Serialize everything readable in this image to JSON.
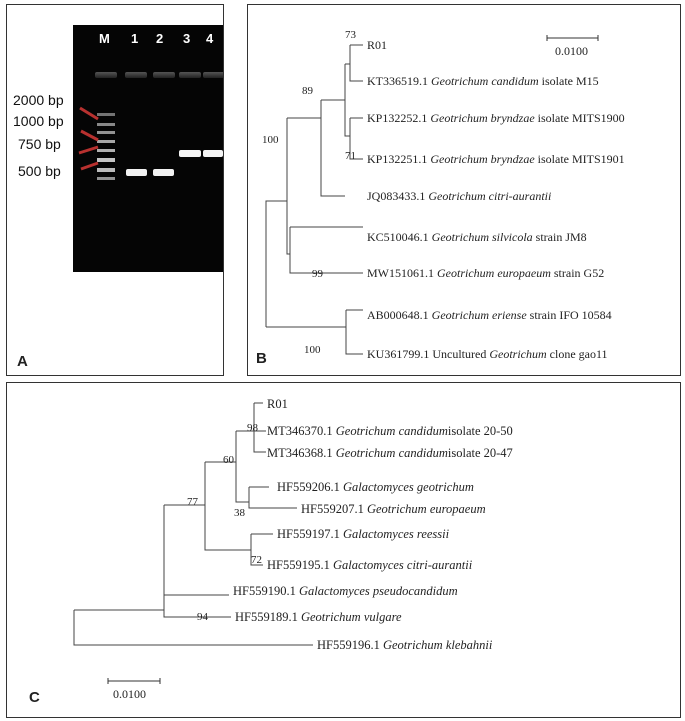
{
  "panel_a": {
    "label": "A",
    "lanes": [
      "M",
      "1",
      "2",
      "3",
      "4"
    ],
    "markers": [
      "2000 bp",
      "1000 bp",
      "750 bp",
      "500 bp"
    ]
  },
  "panel_b": {
    "label": "B",
    "scale": "0.0100",
    "taxa": [
      {
        "acc": "R01",
        "sp": "",
        "rest": ""
      },
      {
        "acc": "KT336519.1",
        "sp": "Geotrichum candidum",
        "rest": "isolate M15"
      },
      {
        "acc": "KP132252.1",
        "sp": "Geotrichum bryndzae",
        "rest": "isolate MITS1900"
      },
      {
        "acc": "KP132251.1",
        "sp": "Geotrichum bryndzae",
        "rest": "isolate MITS1901"
      },
      {
        "acc": "JQ083433.1",
        "sp": "Geotrichum citri-aurantii",
        "rest": ""
      },
      {
        "acc": "KC510046.1",
        "sp": "Geotrichum silvicola",
        "rest": "strain JM8"
      },
      {
        "acc": "MW151061.1",
        "sp": "Geotrichum europaeum",
        "rest": "strain G52"
      },
      {
        "acc": "AB000648.1",
        "sp": "Geotrichum eriense",
        "rest": "strain IFO 10584"
      },
      {
        "acc": "KU361799.1 Uncultured",
        "sp": "Geotrichum",
        "rest": "clone gao11"
      }
    ],
    "bootstrap": [
      "73",
      "89",
      "71",
      "100",
      "99",
      "100"
    ]
  },
  "panel_c": {
    "label": "C",
    "scale": "0.0100",
    "taxa": [
      {
        "acc": "R01",
        "sp": "",
        "rest": ""
      },
      {
        "acc": "MT346370.1",
        "sp": "Geotrichum  candidum",
        "rest": "isolate 20-50"
      },
      {
        "acc": "MT346368.1",
        "sp": "Geotrichum  candidum",
        "rest": "isolate 20-47"
      },
      {
        "acc": "HF559206.1",
        "sp": "Galactomyces geotrichum",
        "rest": ""
      },
      {
        "acc": "HF559207.1",
        "sp": "Geotrichum europaeum",
        "rest": ""
      },
      {
        "acc": "HF559197.1",
        "sp": "Galactomyces reessii",
        "rest": ""
      },
      {
        "acc": "HF559195.1",
        "sp": "Galactomyces citri-aurantii",
        "rest": ""
      },
      {
        "acc": "HF559190.1",
        "sp": "Galactomyces pseudocandidum",
        "rest": ""
      },
      {
        "acc": "HF559189.1",
        "sp": "Geotrichum vulgare",
        "rest": ""
      },
      {
        "acc": "HF559196.1",
        "sp": "Geotrichum klebahnii",
        "rest": ""
      }
    ],
    "bootstrap": [
      "98",
      "60",
      "38",
      "77",
      "72",
      "94"
    ]
  }
}
